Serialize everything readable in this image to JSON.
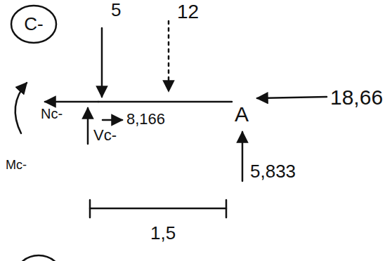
{
  "diagram": {
    "nodes": [
      {
        "text": [
          "C-"
        ]
      }
    ],
    "labels": [
      "5",
      "12",
      "18,66",
      "8,166",
      "Nc-",
      "Vc-",
      "Mc-",
      "A",
      "5,833",
      "1,5"
    ]
  }
}
